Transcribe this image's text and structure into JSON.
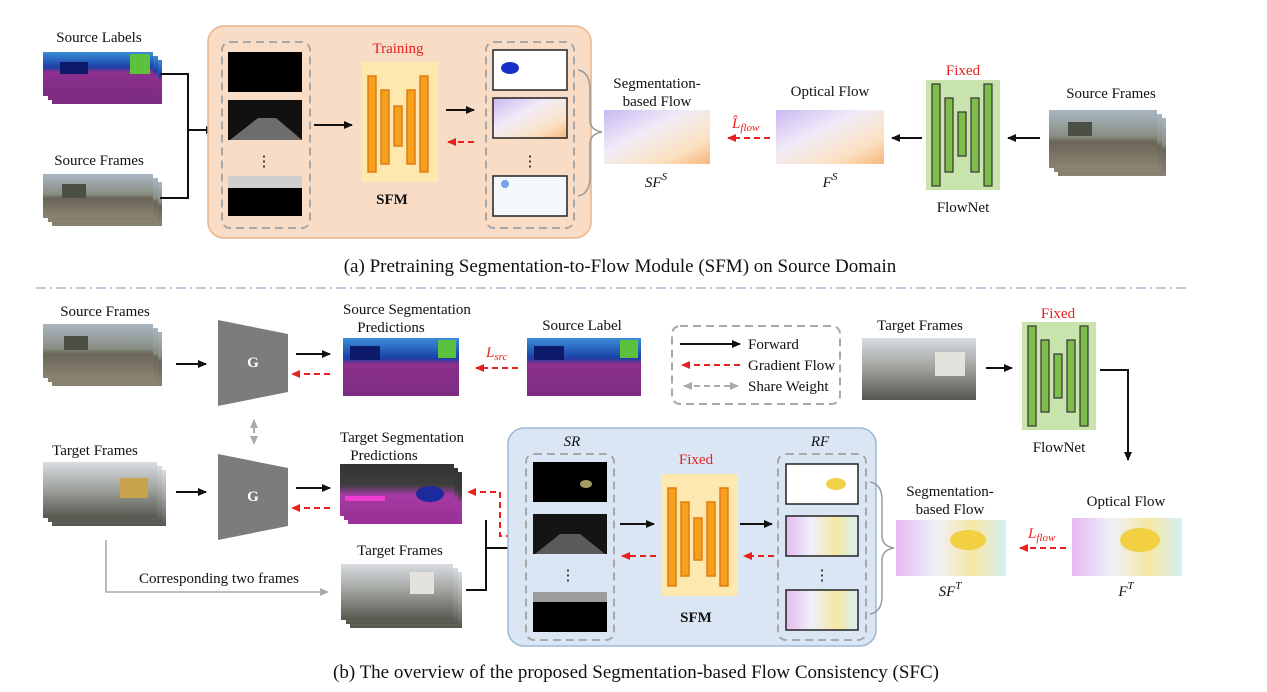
{
  "panel_a": {
    "source_labels": "Source Labels",
    "source_frames_left": "Source Frames",
    "training": "Training",
    "sfm": "SFM",
    "segmentation_based_flow_1": "Segmentation-",
    "segmentation_based_flow_2": "based Flow",
    "loss_hat": "L̂",
    "loss_sub": "flow",
    "optical_flow": "Optical Flow",
    "fixed": "Fixed",
    "source_frames_right": "Source Frames",
    "flownet": "FlowNet",
    "sf_base": "SF",
    "sf_sup": "S",
    "f_base": "F",
    "f_sup": "S",
    "ellipsis": "⋮",
    "caption": "(a) Pretraining Segmentation-to-Flow Module (SFM) on Source Domain"
  },
  "panel_b": {
    "source_frames": "Source Frames",
    "g_top": "G",
    "source_seg_1": "Source Segmentation",
    "source_seg_2": "Predictions",
    "loss_src_base": "L",
    "loss_src_sub": "src",
    "source_label": "Source Label",
    "legend_forward": "Forward",
    "legend_gradient": "Gradient Flow",
    "legend_share": "Share Weight",
    "target_frames_right": "Target Frames",
    "fixed_top": "Fixed",
    "flownet": "FlowNet",
    "target_frames_left": "Target Frames",
    "g_bottom": "G",
    "target_seg_1": "Target Segmentation",
    "target_seg_2": "Predictions",
    "target_frames_mid": "Target Frames",
    "corresponding": "Corresponding two frames",
    "sr": "SR",
    "fixed_mid": "Fixed",
    "rf": "RF",
    "sfm": "SFM",
    "segmentation_based_flow_1": "Segmentation-",
    "segmentation_based_flow_2": "based Flow",
    "loss_flow_base": "L",
    "loss_flow_sub": "flow",
    "optical_flow": "Optical Flow",
    "sf_base": "SF",
    "sf_sup": "T",
    "f_base": "F",
    "f_sup": "T",
    "ellipsis": "⋮",
    "caption": "(b) The overview of the proposed Segmentation-based Flow Consistency (SFC)"
  },
  "colors": {
    "training_bg": "#f8dcc6",
    "training_border": "#e8b48c",
    "sfc_bg": "#dbe6f4",
    "sfc_border": "#9fb7d6",
    "sfm_bg": "#fde9b0",
    "sfm_bar_fill": "#f5a11e",
    "sfm_bar_stroke": "#e07a10",
    "flownet_bg": "#c9e3ad",
    "flownet_bar": "#7ebc4c",
    "red": "#e8201e",
    "divider": "#b6b3d2",
    "g_block": "#7c7c7c"
  }
}
